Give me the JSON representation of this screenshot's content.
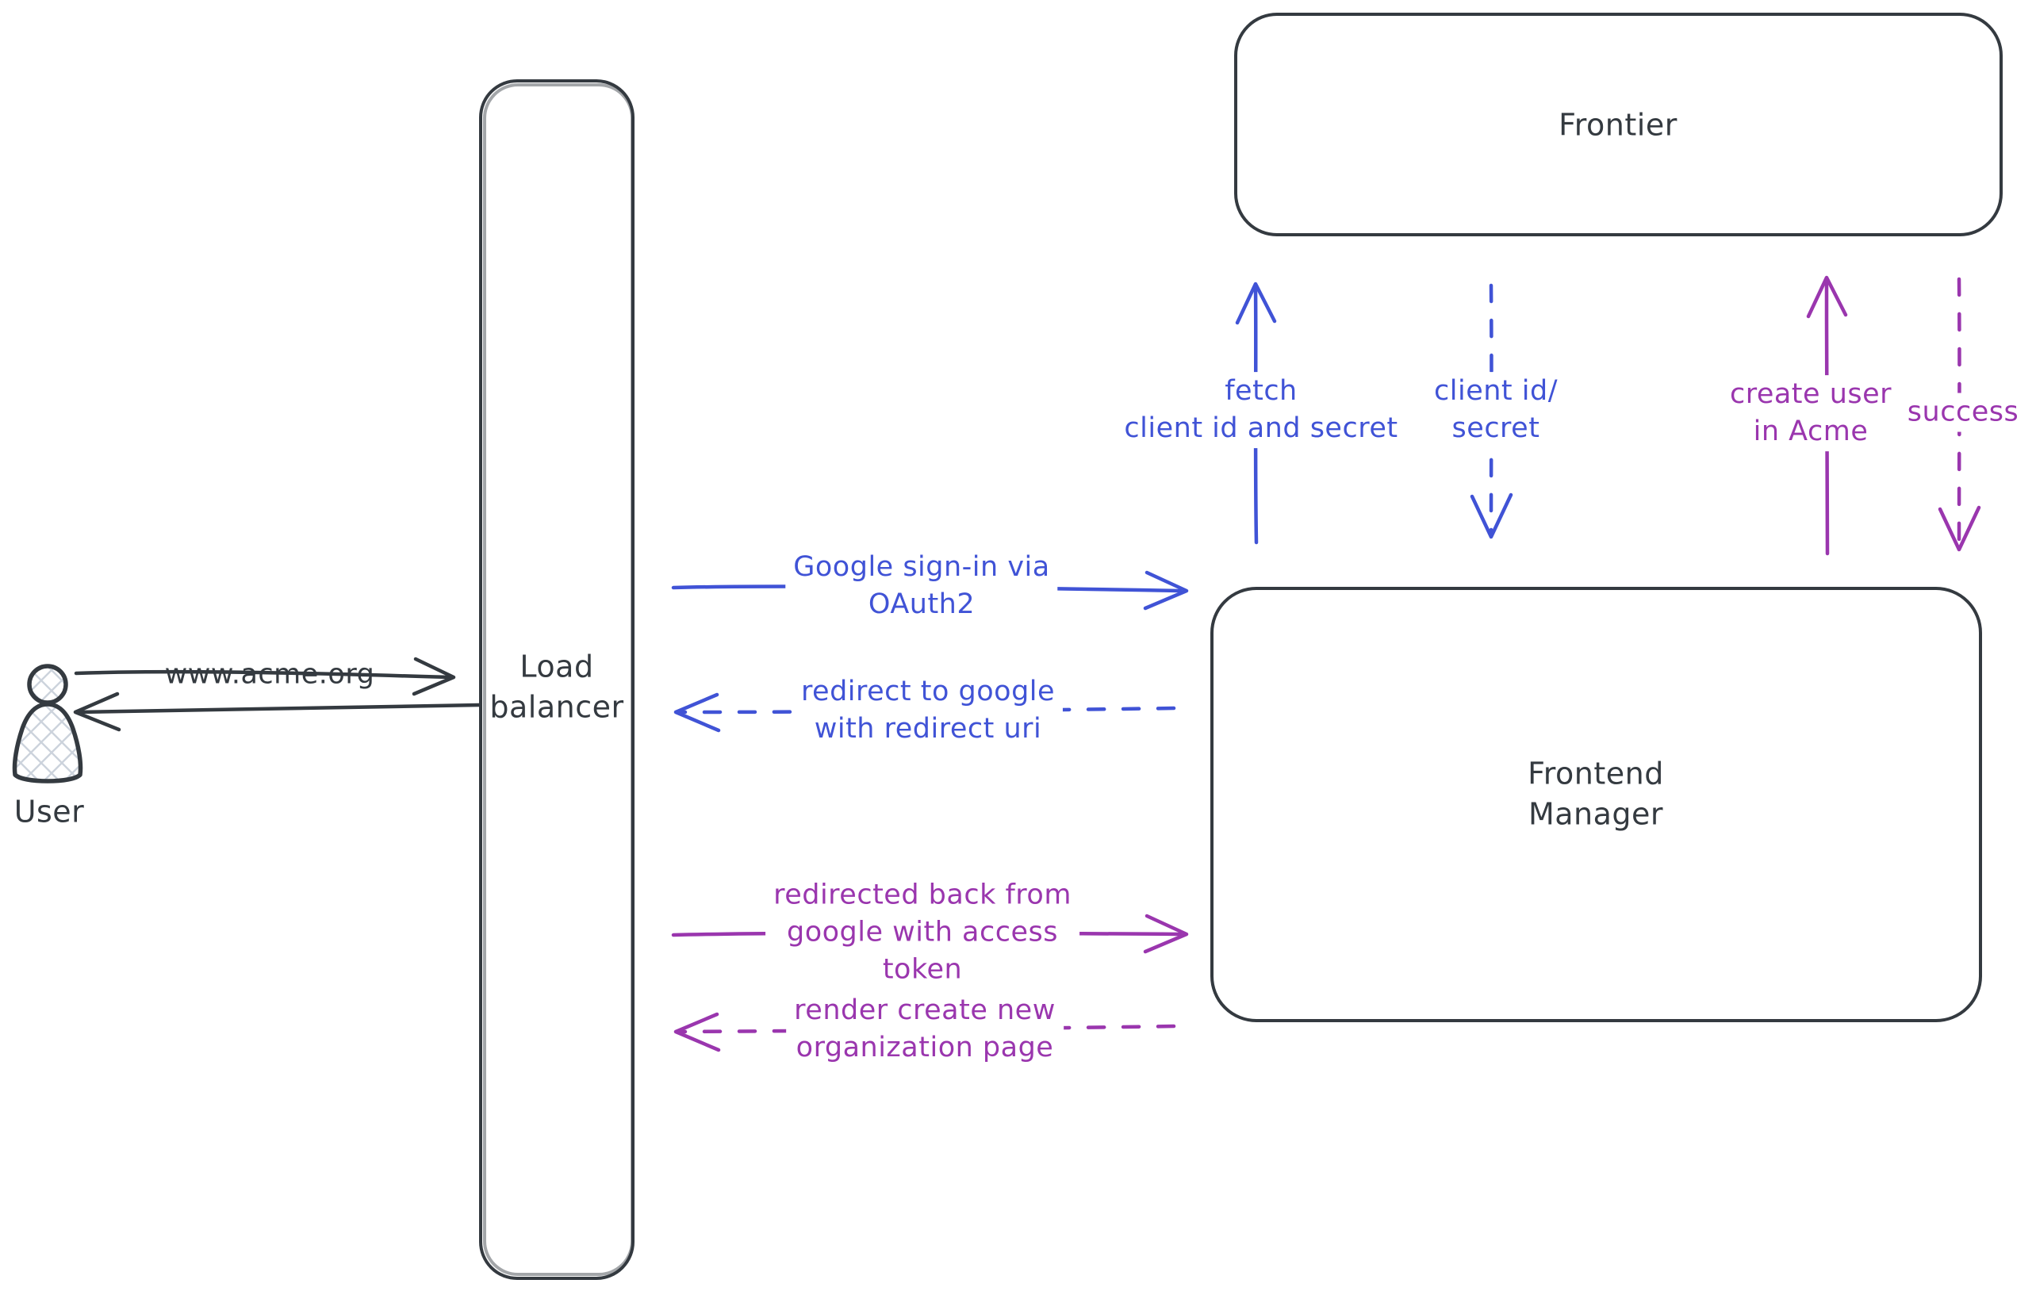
{
  "colors": {
    "dark": "#343a40",
    "blue": "#4053d6",
    "purple": "#9a36ae",
    "hatch": "#ccd3dc",
    "background": "#ffffff"
  },
  "nodes": {
    "user": {
      "label": "User"
    },
    "load_balancer": {
      "label": "Load\nbalancer"
    },
    "frontier": {
      "label": "Frontier"
    },
    "frontend_manager": {
      "label": "Frontend\nManager"
    }
  },
  "arrows": {
    "www_request": {
      "label": "www.acme.org",
      "style": "solid",
      "color": "dark",
      "direction": "right",
      "from": "User",
      "to": "Load balancer"
    },
    "www_response": {
      "label": "",
      "style": "solid",
      "color": "dark",
      "direction": "left",
      "from": "Load balancer",
      "to": "User"
    },
    "google_signin": {
      "label": "Google sign-in via\nOAuth2",
      "style": "solid",
      "color": "blue",
      "direction": "right",
      "from": "Load balancer",
      "to": "Frontend Manager"
    },
    "redirect_to_google": {
      "label": "redirect to google\nwith redirect uri",
      "style": "dashed",
      "color": "blue",
      "direction": "left",
      "from": "Frontend Manager",
      "to": "Load balancer"
    },
    "fetch_client_id": {
      "label": "fetch\nclient id and secret",
      "style": "solid",
      "color": "blue",
      "direction": "up",
      "from": "Frontend Manager",
      "to": "Frontier"
    },
    "client_id_secret": {
      "label": "client id/\nsecret",
      "style": "dashed",
      "color": "blue",
      "direction": "down",
      "from": "Frontier",
      "to": "Frontend Manager"
    },
    "redirected_back": {
      "label": "redirected back from\ngoogle with access\ntoken",
      "style": "solid",
      "color": "purple",
      "direction": "right",
      "from": "Load balancer",
      "to": "Frontend Manager"
    },
    "render_org_page": {
      "label": "render create new\norganization page",
      "style": "dashed",
      "color": "purple",
      "direction": "left",
      "from": "Frontend Manager",
      "to": "Load balancer"
    },
    "create_user": {
      "label": "create user\nin Acme",
      "style": "solid",
      "color": "purple",
      "direction": "up",
      "from": "Frontend Manager",
      "to": "Frontier"
    },
    "success": {
      "label": "success",
      "style": "dashed",
      "color": "purple",
      "direction": "down",
      "from": "Frontier",
      "to": "Frontend Manager"
    }
  }
}
